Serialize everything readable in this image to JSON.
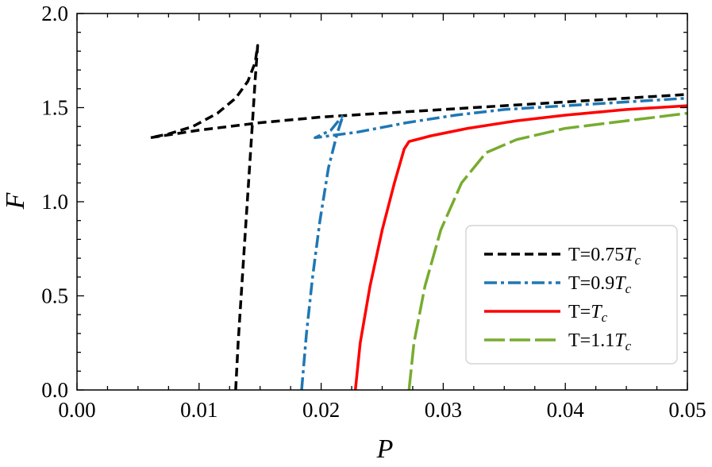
{
  "chart_data": {
    "type": "line",
    "xlabel": "P",
    "ylabel": "F",
    "xlim": [
      0,
      0.05
    ],
    "ylim": [
      0,
      2.0
    ],
    "xticks": [
      "0.00",
      "0.01",
      "0.02",
      "0.03",
      "0.04",
      "0.05"
    ],
    "yticks": [
      "0.0",
      "0.5",
      "1.0",
      "1.5",
      "2.0"
    ],
    "grid": false,
    "legend_position": "lower-right",
    "series": [
      {
        "name": "T=0.75",
        "name_sub": "T",
        "name_subsub": "c",
        "color": "#000000",
        "style": "dashed",
        "x": [
          0.013,
          0.0132,
          0.0135,
          0.0138,
          0.0141,
          0.0144,
          0.0146,
          0.0148,
          0.0146,
          0.014,
          0.013,
          0.0115,
          0.0095,
          0.0075,
          0.006,
          0.01,
          0.015,
          0.02,
          0.025,
          0.03,
          0.035,
          0.04,
          0.045,
          0.05
        ],
        "y": [
          0.0,
          0.25,
          0.55,
          0.85,
          1.15,
          1.45,
          1.65,
          1.83,
          1.74,
          1.64,
          1.55,
          1.47,
          1.4,
          1.36,
          1.34,
          1.38,
          1.42,
          1.45,
          1.47,
          1.49,
          1.51,
          1.53,
          1.55,
          1.57
        ]
      },
      {
        "name": "T=0.9",
        "name_sub": "T",
        "name_subsub": "c",
        "color": "#1f77b4",
        "style": "dashdot",
        "x": [
          0.0184,
          0.0188,
          0.0193,
          0.0199,
          0.0206,
          0.0213,
          0.0218,
          0.0208,
          0.0195,
          0.023,
          0.027,
          0.031,
          0.035,
          0.04,
          0.045,
          0.05
        ],
        "y": [
          0.0,
          0.3,
          0.6,
          0.9,
          1.18,
          1.36,
          1.46,
          1.38,
          1.34,
          1.37,
          1.42,
          1.46,
          1.49,
          1.51,
          1.53,
          1.55
        ]
      },
      {
        "name": "T=",
        "name_sub": "T",
        "name_subsub": "c",
        "color": "#ff0000",
        "style": "solid",
        "x": [
          0.0228,
          0.0232,
          0.024,
          0.025,
          0.026,
          0.0268,
          0.0272,
          0.029,
          0.032,
          0.036,
          0.04,
          0.045,
          0.05
        ],
        "y": [
          0.0,
          0.25,
          0.55,
          0.85,
          1.1,
          1.28,
          1.32,
          1.35,
          1.39,
          1.43,
          1.46,
          1.49,
          1.51
        ]
      },
      {
        "name": "T=1.1",
        "name_sub": "T",
        "name_subsub": "c",
        "color": "#77ac30",
        "style": "longdash",
        "x": [
          0.0272,
          0.0276,
          0.0285,
          0.0298,
          0.0315,
          0.0335,
          0.036,
          0.04,
          0.045,
          0.05
        ],
        "y": [
          0.0,
          0.25,
          0.55,
          0.85,
          1.1,
          1.26,
          1.33,
          1.39,
          1.43,
          1.47
        ]
      }
    ]
  }
}
